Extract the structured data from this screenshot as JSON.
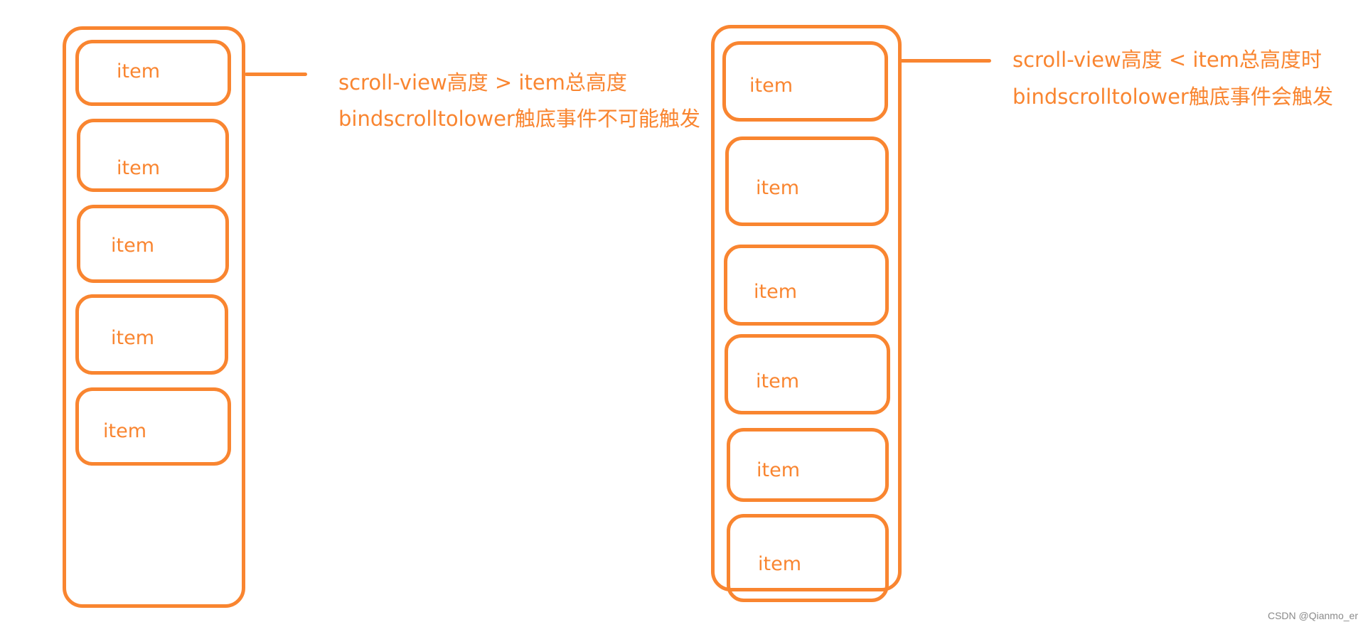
{
  "colors": {
    "accent": "#F98530",
    "watermark": "#8a8a8a"
  },
  "left_diagram": {
    "items": [
      "item",
      "item",
      "item",
      "item",
      "item"
    ],
    "note_line1": "scroll-view高度 > item总高度",
    "note_line2": "bindscrolltolower触底事件不可能触发"
  },
  "right_diagram": {
    "items": [
      "item",
      "item",
      "item",
      "item",
      "item",
      "item"
    ],
    "note_line1": "scroll-view高度 < item总高度时",
    "note_line2": "bindscrolltolower触底事件会触发"
  },
  "watermark": "CSDN @Qianmo_er"
}
